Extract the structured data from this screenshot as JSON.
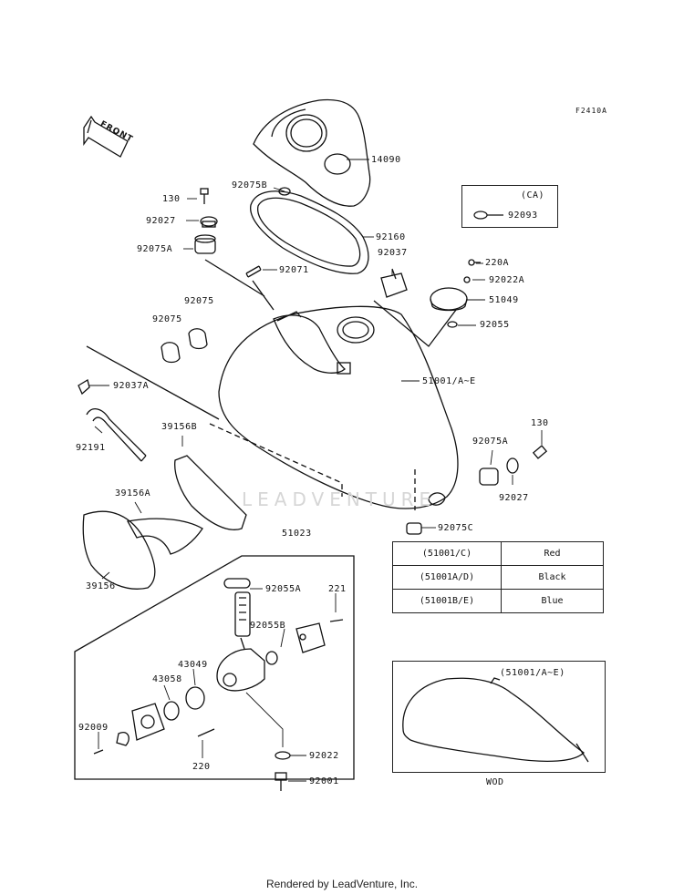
{
  "diagram_ref": "F2410A",
  "front_label": "FRONT",
  "footer": "Rendered by LeadVenture, Inc.",
  "watermark": "LEADVENTURE",
  "ca_box": {
    "title": "(CA)",
    "part": "92093"
  },
  "wod_box": {
    "title": "(51001/A~E)",
    "caption": "WOD"
  },
  "color_table": [
    {
      "model": "(51001/C)",
      "color": "Red"
    },
    {
      "model": "(51001A/D)",
      "color": "Black"
    },
    {
      "model": "(51001B/E)",
      "color": "Blue"
    }
  ],
  "parts": {
    "p14090": "14090",
    "p92075B": "92075B",
    "p130a": "130",
    "p92027a": "92027",
    "p92075A_a": "92075A",
    "p92160": "92160",
    "p92037": "92037",
    "p220A": "220A",
    "p92022A": "92022A",
    "p51049": "51049",
    "p92055": "92055",
    "p92071": "92071",
    "p92075a": "92075",
    "p92075b": "92075",
    "p92037A": "92037A",
    "p51001": "51001/A~E",
    "p39156B": "39156B",
    "p92191": "92191",
    "p92075A_b": "92075A",
    "p130b": "130",
    "p92027b": "92027",
    "p39156A": "39156A",
    "p39156": "39156",
    "p92075C": "92075C",
    "p51023": "51023",
    "p92055A": "92055A",
    "p221": "221",
    "p92055B": "92055B",
    "p43049": "43049",
    "p43058": "43058",
    "p92009": "92009",
    "p220": "220",
    "p92022": "92022",
    "p92001": "92001"
  }
}
